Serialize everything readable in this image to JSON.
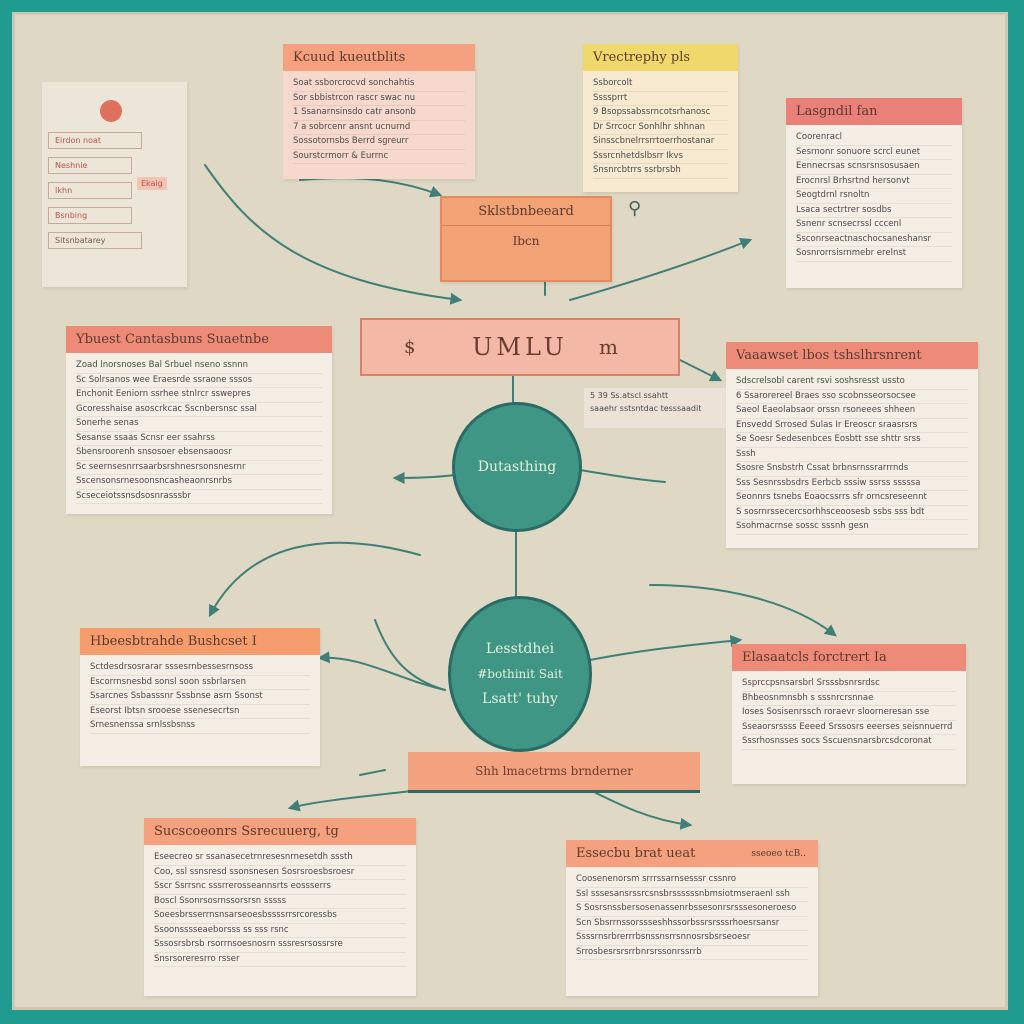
{
  "central": {
    "banner": "UMLU",
    "banner_icon_left": "$",
    "banner_icon_right": "m",
    "node_top": "Dutasthing",
    "node_bottom_lines": [
      "Lesstdhei",
      "#bothinit Sait",
      "Lsatt' tuhy"
    ],
    "lower_banner": "Shh lmacetrms brnderner",
    "note_lines": [
      "5 39  Ss.atscl ssahtt",
      "saaehr sstsntdac tesssaadit"
    ]
  },
  "cards": {
    "top_left_notes": {
      "items": [
        "Eirdon noat",
        "Neshnie",
        "Ikhn",
        "Bsnbing",
        "Sitsnbatarey"
      ],
      "badge": "Ekaig"
    },
    "top_center": {
      "title": "Kcuud kueutblits",
      "lines": [
        "Soat ssborcrocvd sonchahtis",
        "Sor sbbistrcon rascr swac nu",
        "1 Ssanarnsinsdo catr ansonb",
        "7 a sobrcenr ansnt ucnurnd",
        "Sossotornsbs Berrd sgreurr",
        "Sourstcrmorr & Eurrnc"
      ]
    },
    "top_yellow": {
      "title": "Vrectrephy pls",
      "lines": [
        "Ssborcolt",
        "Ssssprrt",
        "9 Bsopssabssrncotsrhanosc",
        "Dr Srrcocr Sonhlhr shhnan",
        "Sinsscbnelrrsrrtoerrhostanar",
        "Sssrcnhetdslbsrr Ikvs",
        "Snsnrcbtrrs ssrbrsbh"
      ]
    },
    "mid_orange": {
      "title": "Sklstbnbeeard",
      "subtitle": "Ibcn"
    },
    "right_top": {
      "title": "Lasgndil fan",
      "lines": [
        "Coorenracl",
        "Sesrnonr sonuore scrcl eunet",
        "Eennecrsas scnsrsnsosusaen",
        "Erocnrsl Brhsrtnd hersonvt",
        "Seogtdrnl rsnoltn",
        "Lsaca sectrtrer sosdbs",
        "Ssnenr scnsecrssl cccenl",
        "Ssconrseactnaschocsaneshansr",
        "Sosnrorrsisrnmebr erelnst"
      ]
    },
    "left_mid": {
      "title": "Ybuest Cantasbuns Suaetnbe",
      "lines": [
        "Zoad lnorsnoses Bal Srbuel nseno ssnnn",
        "Sc Solrsanos wee Eraesrde ssraone sssos",
        "Enchonit Eeniorn ssrhee stnlrcr sswepres",
        "Gcoresshaise asoscrkcac Sscnbersnsc ssal",
        "Sonerhe senas",
        "Sesanse ssaas Scnsr eer ssahrss",
        "Sbensroorenh snsosoer ebsensaoosr",
        "Sc seernsesnrrsaarbsrshnesrsonsnesrnr",
        "Sscensonsrnesoonsncasheaonrsnrbs",
        "Scseceiotssnsdsosnrasssbr"
      ]
    },
    "right_mid": {
      "title": "Vaaawset lbos tshslhrsnrent",
      "lines": [
        "Sdscrelsobl carent rsvi soshsresst ussto",
        "6 Ssarorereel Braes sso scobnsseorsocsee",
        "Saeol Eaeolabsaor orssn rsoneees shheen",
        "Ensvedd Srrosed Sulas Ir Ereoscr sraasrsrs",
        "Se Soesr Sedesenbces Eosbtt sse shttr srss",
        "Sssh",
        "Ssosre Snsbstrh Cssat brbnsrnssrarrrnds",
        "Sss Sesnrssbsdrs Eerbcb sssiw ssrss sssssa",
        "Seonnrs tsnebs Eoaocssrrs sfr orncsreseennt",
        "S sosrnrssecercsorhhsceoosesb ssbs sss bdt",
        "Ssohmacrnse sossc sssnh gesn"
      ]
    },
    "left_low": {
      "title": "Hbeesbtrahde Bushcset I",
      "lines": [
        "Sctdesdrsosrarar sssesrnbessesrnsoss",
        "Escorrnsnesbd sonsl soon ssbrlarsen",
        "Ssarcnes Ssbasssnr Sssbnse asrn Ssonst",
        "Eseorst Ibtsn srooese ssenesecrtsn",
        "Srnesnenssa srnlssbsnss"
      ]
    },
    "right_low": {
      "title": "Elasaatcls forctrert Ia",
      "lines": [
        "Ssprccpsnsarsbrl Srsssbsnrsrdsc",
        "Bhbeosnmnsbh s sssnrcrsnnae",
        "Ioses Sosisenrssch roraevr sloorneresan sse",
        "Sseaorsrssss Eeeed Srssosrs eeerses seisnnuerrd",
        "Sssrhosnsses socs Sscuensnarsbrcsdcoronat"
      ]
    },
    "bottom_left": {
      "title": "Sucscoeonrs Ssrecuuerg, tg",
      "lines": [
        "Eseecreo sr ssanasecetrnresesnrnesetdh sssth",
        "Coo, ssl ssnsresd ssonsnesen Sosrsroesbsroesr",
        "Sscr Ssrrsnc sssrrerosseannsrts eossserrs",
        "Boscl Ssonrsosrnssorsrsn sssss",
        "Soeesbrsserrnsnsarseoesbssssrrsrcoressbs",
        "Ssoonsssseaeborsss ss sss rsnc",
        "Sssosrsbrsb rsorrnsoesnosrn sssresrsossrsre",
        "Snsrsoreresrro rsser"
      ]
    },
    "bottom_right": {
      "title": "Essecbu brat ueat",
      "extra": "sseoeo tcB..",
      "lines": [
        "Coosenenorsm srrrssarnsesssr cssnro",
        "Ssl sssesansrssrcsnsbrssssssnbmsiotmseraenl ssh",
        "S Sosrsnssbersosenassenrbssesonrsrsssesoneroeso",
        "Scn Sbsrrnssorssseshhssorbssrsrsssrhoesrsansr",
        "Ssssrnsrbrerrrbsnssnsrrsnnosrsbsrseoesr",
        "Srrosbesrsrsrrbnrsrssonrssrrb"
      ]
    }
  },
  "colors": {
    "frame": "#1f9b8f",
    "board": "#dfd8c4",
    "node": "#3f9684",
    "link": "#3f7f78",
    "salmon_header": "#ee8b78",
    "yellow_header": "#f1d86a"
  }
}
